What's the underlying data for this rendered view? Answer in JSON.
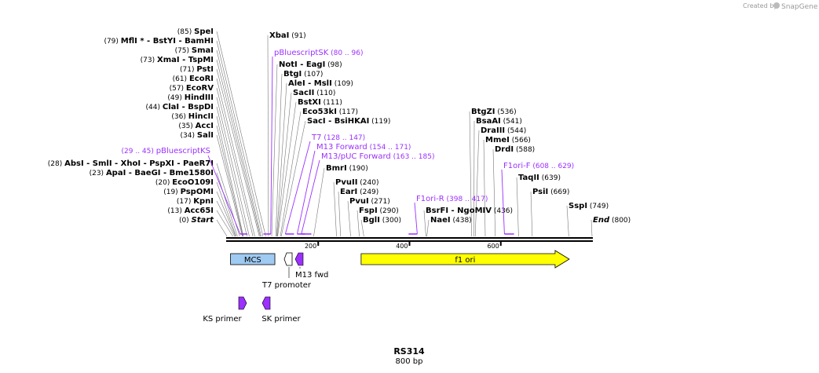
{
  "map": {
    "name": "RS314",
    "length_label": "800 bp",
    "total_bp": 800
  },
  "credit": {
    "created_by": "Created by",
    "brand": "SnapGene"
  },
  "sites": [
    {
      "name": "Start",
      "pos": "(0)",
      "bp": 0,
      "italic": true,
      "col": "L"
    },
    {
      "name": "Acc65I",
      "pos": "(13)",
      "bp": 13,
      "col": "L"
    },
    {
      "name": "KpnI",
      "pos": "(17)",
      "bp": 17,
      "col": "L"
    },
    {
      "name": "PspOMI",
      "pos": "(19)",
      "bp": 19,
      "col": "L"
    },
    {
      "name": "EcoO109I",
      "pos": "(20)",
      "bp": 20,
      "col": "L"
    },
    {
      "name": "ApaI - BaeGI - Bme1580I",
      "pos": "(23)",
      "bp": 23,
      "col": "L"
    },
    {
      "name": "AbsI - SmlI - XhoI - PspXI - PaeR7I",
      "pos": "(28)",
      "bp": 28,
      "col": "L"
    },
    {
      "name": "SalI",
      "pos": "(34)",
      "bp": 34,
      "col": "L"
    },
    {
      "name": "AccI",
      "pos": "(35)",
      "bp": 35,
      "col": "L"
    },
    {
      "name": "HincII",
      "pos": "(36)",
      "bp": 36,
      "col": "L"
    },
    {
      "name": "ClaI - BspDI",
      "pos": "(44)",
      "bp": 44,
      "col": "L"
    },
    {
      "name": "HindIII",
      "pos": "(49)",
      "bp": 49,
      "col": "L"
    },
    {
      "name": "EcoRV",
      "pos": "(57)",
      "bp": 57,
      "col": "L"
    },
    {
      "name": "EcoRI",
      "pos": "(61)",
      "bp": 61,
      "col": "L"
    },
    {
      "name": "PstI",
      "pos": "(71)",
      "bp": 71,
      "col": "L"
    },
    {
      "name": "XmaI - TspMI",
      "pos": "(73)",
      "bp": 73,
      "col": "L"
    },
    {
      "name": "SmaI",
      "pos": "(75)",
      "bp": 75,
      "col": "L"
    },
    {
      "name": "MflI * - BstYI - BamHI",
      "pos": "(79)",
      "bp": 79,
      "col": "L"
    },
    {
      "name": "SpeI",
      "pos": "(85)",
      "bp": 85,
      "col": "L"
    },
    {
      "name": "XbaI",
      "pos": "(91)",
      "bp": 91,
      "col": "R"
    },
    {
      "name": "NotI - EagI",
      "pos": "(98)",
      "bp": 98,
      "col": "R"
    },
    {
      "name": "BtgI",
      "pos": "(107)",
      "bp": 107,
      "col": "R"
    },
    {
      "name": "AleI - MslI",
      "pos": "(109)",
      "bp": 109,
      "col": "R"
    },
    {
      "name": "SacII",
      "pos": "(110)",
      "bp": 110,
      "col": "R"
    },
    {
      "name": "BstXI",
      "pos": "(111)",
      "bp": 111,
      "col": "R"
    },
    {
      "name": "Eco53kI",
      "pos": "(117)",
      "bp": 117,
      "col": "R"
    },
    {
      "name": "SacI - BsiHKAI",
      "pos": "(119)",
      "bp": 119,
      "col": "R"
    },
    {
      "name": "BmrI",
      "pos": "(190)",
      "bp": 190,
      "col": "R"
    },
    {
      "name": "PvuII",
      "pos": "(240)",
      "bp": 240,
      "col": "R"
    },
    {
      "name": "EarI",
      "pos": "(249)",
      "bp": 249,
      "col": "R"
    },
    {
      "name": "PvuI",
      "pos": "(271)",
      "bp": 271,
      "col": "R"
    },
    {
      "name": "FspI",
      "pos": "(290)",
      "bp": 290,
      "col": "R"
    },
    {
      "name": "BglI",
      "pos": "(300)",
      "bp": 300,
      "col": "R"
    },
    {
      "name": "NaeI",
      "pos": "(438)",
      "bp": 438,
      "col": "R"
    },
    {
      "name": "BsrFI - NgoMIV",
      "pos": "(436)",
      "bp": 436,
      "col": "R"
    },
    {
      "name": "BtgZI",
      "pos": "(536)",
      "bp": 536,
      "col": "R"
    },
    {
      "name": "BsaAI",
      "pos": "(541)",
      "bp": 541,
      "col": "R"
    },
    {
      "name": "DraIII",
      "pos": "(544)",
      "bp": 544,
      "col": "R"
    },
    {
      "name": "MmeI",
      "pos": "(566)",
      "bp": 566,
      "col": "R"
    },
    {
      "name": "DrdI",
      "pos": "(588)",
      "bp": 588,
      "col": "R"
    },
    {
      "name": "TaqII",
      "pos": "(639)",
      "bp": 639,
      "col": "R"
    },
    {
      "name": "PsiI",
      "pos": "(669)",
      "bp": 669,
      "col": "R"
    },
    {
      "name": "SspI",
      "pos": "(749)",
      "bp": 749,
      "col": "R"
    },
    {
      "name": "End",
      "pos": "(800)",
      "bp": 800,
      "italic": true,
      "col": "R"
    }
  ],
  "primers": [
    {
      "name": "pBluescriptKS",
      "range": "(29 .. 45)",
      "start": 29,
      "end": 45,
      "dir": "fwd"
    },
    {
      "name": "pBluescriptSK",
      "range": "(80 .. 96)",
      "start": 80,
      "end": 96,
      "dir": "rev"
    },
    {
      "name": "T7",
      "range": "(128 .. 147)",
      "start": 128,
      "end": 147,
      "dir": "fwd"
    },
    {
      "name": "M13 Forward",
      "range": "(154 .. 171)",
      "start": 154,
      "end": 171,
      "dir": "fwd"
    },
    {
      "name": "M13/pUC Forward",
      "range": "(163 .. 185)",
      "start": 163,
      "end": 185,
      "dir": "fwd"
    },
    {
      "name": "F1ori-R",
      "range": "(398 .. 417)",
      "start": 398,
      "end": 417,
      "dir": "rev"
    },
    {
      "name": "F1ori-F",
      "range": "(608 .. 629)",
      "start": 608,
      "end": 629,
      "dir": "fwd"
    }
  ],
  "features": [
    {
      "name": "MCS",
      "start": 1,
      "end": 105,
      "type": "box",
      "color": "#9fcaf2"
    },
    {
      "name": "T7 promoter",
      "start": 117,
      "end": 135,
      "type": "promoter",
      "color": "#ffffff"
    },
    {
      "name": "M13 fwd",
      "start": 138,
      "end": 156,
      "type": "primer-rev",
      "color": "#9b30ff"
    },
    {
      "name": "f1 ori",
      "start": 294,
      "end": 750,
      "type": "arrow",
      "color": "#ffff00"
    },
    {
      "name": "KS primer",
      "start": 29,
      "end": 45,
      "type": "primer-fwd",
      "color": "#9b30ff"
    },
    {
      "name": "SK primer",
      "start": 80,
      "end": 96,
      "type": "primer-rev",
      "color": "#9b30ff"
    }
  ],
  "ticks": [
    {
      "label": "200",
      "bp": 200
    },
    {
      "label": "400",
      "bp": 400
    },
    {
      "label": "600",
      "bp": 600
    }
  ],
  "colors": {
    "primer": "#9b30ff",
    "feature_mcs": "#9fcaf2",
    "feature_f1ori": "#ffff00",
    "backbone": "#000000"
  }
}
